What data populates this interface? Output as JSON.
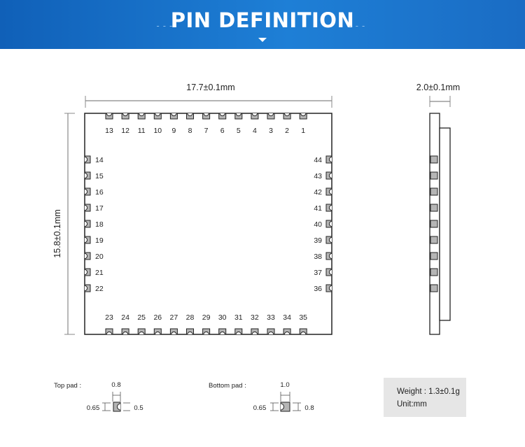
{
  "header": {
    "title": "PIN DEFINITION",
    "deco_left": "---",
    "deco_right": "---"
  },
  "dimensions": {
    "width": "17.7±0.1mm",
    "height": "15.8±0.1mm",
    "thickness": "2.0±0.1mm"
  },
  "pins": {
    "top": [
      "13",
      "12",
      "11",
      "10",
      "9",
      "8",
      "7",
      "6",
      "5",
      "4",
      "3",
      "2",
      "1"
    ],
    "left": [
      "14",
      "15",
      "16",
      "17",
      "18",
      "19",
      "20",
      "21",
      "22"
    ],
    "right": [
      "44",
      "43",
      "42",
      "41",
      "40",
      "39",
      "38",
      "37",
      "36"
    ],
    "bottom": [
      "23",
      "24",
      "25",
      "26",
      "27",
      "28",
      "29",
      "30",
      "31",
      "32",
      "33",
      "34",
      "35"
    ]
  },
  "top_pad": {
    "label": "Top pad :",
    "width": "0.8",
    "left": "0.65",
    "right": "0.5"
  },
  "bottom_pad": {
    "label": "Bottom pad :",
    "width": "1.0",
    "left": "0.65",
    "right": "0.8"
  },
  "info": {
    "weight": "Weight : 1.3±0.1g",
    "unit": "Unit:mm"
  }
}
